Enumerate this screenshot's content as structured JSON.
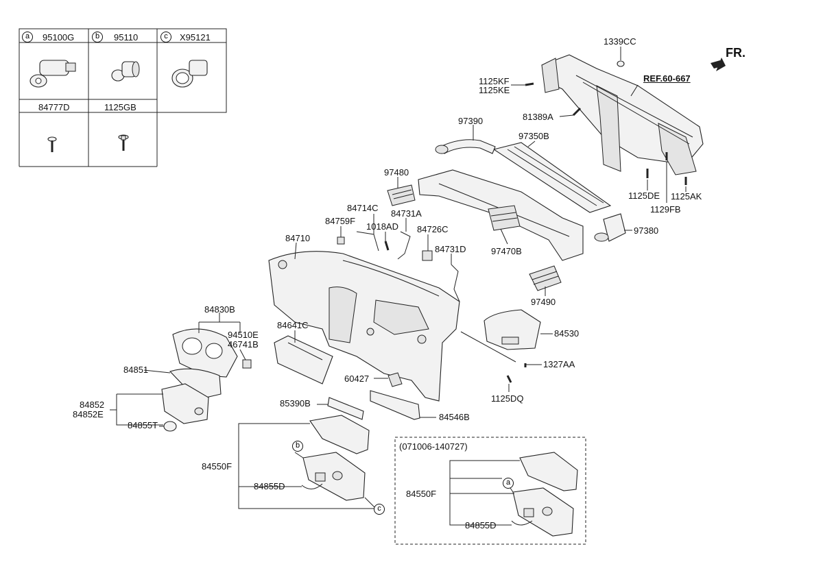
{
  "legend": {
    "cells": [
      {
        "tag": "a",
        "code": "95100G"
      },
      {
        "tag": "b",
        "code": "95110"
      },
      {
        "tag": "c",
        "code": "X95121"
      },
      {
        "tag": "",
        "code": "84777D"
      },
      {
        "tag": "",
        "code": "1125GB"
      }
    ]
  },
  "direction": "FR.",
  "reference": "REF.60-667",
  "labels": {
    "l1339CC": "1339CC",
    "l1125KF": "1125KF",
    "l1125KE": "1125KE",
    "l81389A": "81389A",
    "l97390": "97390",
    "l97350B": "97350B",
    "l97480": "97480",
    "l1125DE": "1125DE",
    "l1125AK": "1125AK",
    "l1129FB": "1129FB",
    "l84714C": "84714C",
    "l84759F": "84759F",
    "l1018AD": "1018AD",
    "l84731A": "84731A",
    "l84726C": "84726C",
    "l97380": "97380",
    "l84710": "84710",
    "l84731D": "84731D",
    "l97470B": "97470B",
    "l97490": "97490",
    "l84830B": "84830B",
    "l94510E": "94510E",
    "l46741B": "46741B",
    "l84641C": "84641C",
    "l84530": "84530",
    "l1327AA": "1327AA",
    "l84851": "84851",
    "l60427": "60427",
    "l1125DQ": "1125DQ",
    "l84852": "84852",
    "l84852E": "84852E",
    "l85390B": "85390B",
    "l84546B": "84546B",
    "l84855T": "84855T",
    "l84550F": "84550F",
    "l84855D": "84855D",
    "tagB": "b",
    "tagC": "c",
    "dateRange": "(071006-140727)",
    "l84550F2": "84550F",
    "tagA": "a",
    "l84855D2": "84855D"
  }
}
